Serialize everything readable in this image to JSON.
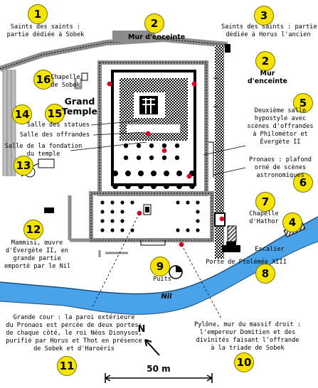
{
  "badges": [
    "1",
    "2",
    "3",
    "2",
    "5",
    "6",
    "7",
    "4",
    "8",
    "9",
    "10",
    "11",
    "12",
    "13",
    "14",
    "15",
    "16"
  ],
  "labels": {
    "l1": "Saints des saints :\npartie dédiée à Sobek",
    "l2": "Mur d'enceinte",
    "l3": "Saints des saints : partie\ndédiée à Horus l'ancien",
    "l2b": "Mur\nd'enceinte",
    "l16": "Chapelle\nde Sobek",
    "grand": "Grand\nTemple",
    "statues": "Salle des statues",
    "offrandes": "Salle des offrandes",
    "fondation": "Salle de la fondation\ndu temple",
    "l5": "Deuxième salle\nhypostyle avec\nscènes d'offrandes\nà Philométor et\nÉvergète II",
    "pronaos": "Pronaos : plafond\norné de scènes\nastronomiques",
    "l7": "Chapelle\nd'Hathor",
    "escalier": "Escalier",
    "l12": "Mammisi, œuvre\nd'Évergète II, en\ngrande partie\nemporté par le Nil",
    "l8": "Porte de Ptolémée XIII",
    "puits": "Puits",
    "nil": "Nil",
    "l11": "Grande cour : la paroi extérieure\ndu Pronaos est percée de deux portes;\nde chaque côté, le roi Néos Dionysos,\npurifié par Horus et Thot en présence\nde Sobek et d'Haroéris",
    "l10": "Pylône, mur du massif droit :\nl'empereur Domitien et des\ndivinités faisant l'offrande\nà la triade de Sobek",
    "north": "N",
    "scale": "50 m"
  },
  "colors": {
    "badge": "#f5e400",
    "river": "#4aa3e8",
    "wall": "#8c8c8c",
    "dark": "#000000",
    "marker": "#e0002a"
  }
}
